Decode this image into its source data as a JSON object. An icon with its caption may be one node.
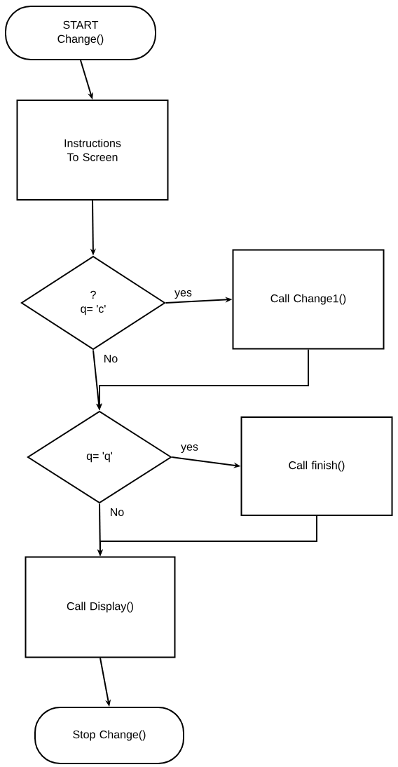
{
  "diagram": {
    "nodes": [
      {
        "text": [
          "START Change()"
        ]
      },
      {
        "text": [
          "Instructions To Screen"
        ]
      },
      {
        "text": [
          "?",
          "q= 'c'"
        ]
      },
      {
        "text": [
          "Call Change1()"
        ]
      },
      {
        "text": [
          "q= 'q'"
        ]
      },
      {
        "text": [
          "Call finish()"
        ]
      },
      {
        "text": [
          "Call Display()"
        ]
      },
      {
        "text": [
          "Stop Change()"
        ]
      }
    ],
    "edges": [
      {
        "from": 0,
        "to": 1,
        "arrow": "to"
      },
      {
        "from": 1,
        "to": 2,
        "arrow": "to"
      },
      {
        "from": 2,
        "to": 3,
        "arrow": "to",
        "label": "yes"
      },
      {
        "from": 2,
        "to": 4,
        "arrow": "to",
        "label": "No"
      },
      {
        "from": 3,
        "to": 4,
        "arrow": "to"
      },
      {
        "from": 4,
        "to": 5,
        "arrow": "to",
        "label": "yes"
      },
      {
        "from": 4,
        "to": 6,
        "arrow": "to",
        "label": "No"
      },
      {
        "from": 5,
        "to": 6,
        "arrow": "to"
      },
      {
        "from": 6,
        "to": 7,
        "arrow": "to"
      }
    ]
  }
}
